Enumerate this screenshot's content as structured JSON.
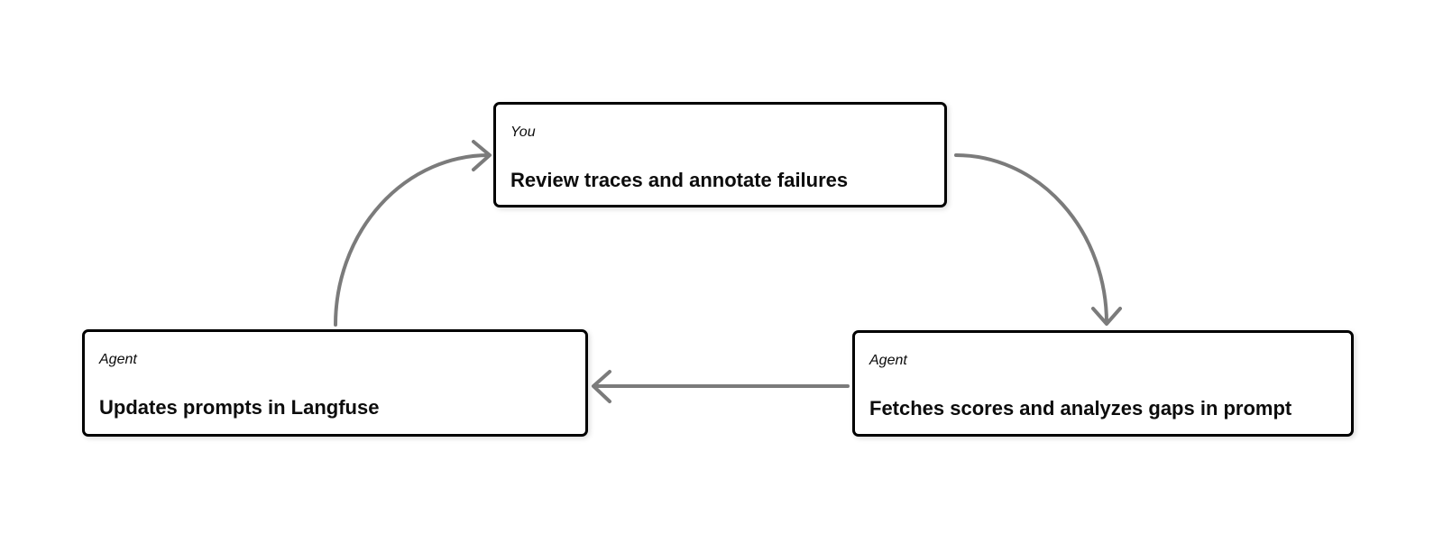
{
  "diagram": {
    "description": "Three-node feedback loop between a human reviewer and an agent around Langfuse prompts",
    "colors": {
      "background": "#ffffff",
      "arrow": "#7b7b7b",
      "box_border": "#000000",
      "box_background": "#ffffff",
      "text": "#0c0c0c"
    },
    "nodes": [
      {
        "id": "review-traces",
        "actor": "You",
        "title": "Review traces and annotate failures"
      },
      {
        "id": "fetches-scores",
        "actor": "Agent",
        "title": "Fetches scores and analyzes gaps in prompt"
      },
      {
        "id": "updates-prompts",
        "actor": "Agent",
        "title": "Updates prompts in Langfuse"
      }
    ],
    "edges": [
      {
        "from": "updates-prompts",
        "to": "review-traces",
        "shape": "quarter-arc-up"
      },
      {
        "from": "review-traces",
        "to": "fetches-scores",
        "shape": "quarter-arc-down"
      },
      {
        "from": "fetches-scores",
        "to": "updates-prompts",
        "shape": "straight-left"
      }
    ]
  }
}
